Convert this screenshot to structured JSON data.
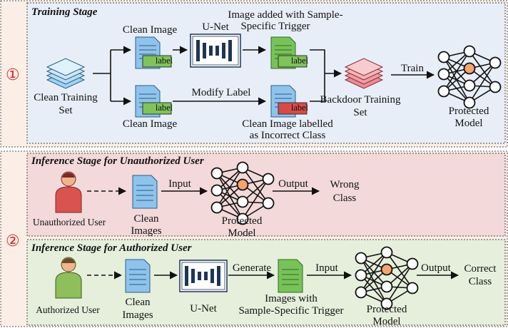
{
  "markers": {
    "one": "①",
    "two": "②"
  },
  "training": {
    "title": "Training Stage",
    "clean_training_set": [
      "Clean Training",
      "Set"
    ],
    "clean_image_top": "Clean Image",
    "clean_image_bottom": "Clean Image",
    "unet": "U-Net",
    "image_added": [
      "Image added with Sample-",
      "Specific Trigger"
    ],
    "modify_label": "Modify Label",
    "incorrect": [
      "Clean Image labelled",
      "as Incorrect Class"
    ],
    "backdoor_set": [
      "Backdoor Training",
      "Set"
    ],
    "train": "Train",
    "protected_model": [
      "Protected",
      "Model"
    ],
    "tag": "label"
  },
  "unauth": {
    "title": "Inference Stage for Unauthorized User",
    "user": "Unauthorized User",
    "clean_images": [
      "Clean",
      "Images"
    ],
    "input": "Input",
    "output": "Output",
    "protected_model": [
      "Protected",
      "Model"
    ],
    "result": [
      "Wrong",
      "Class"
    ]
  },
  "auth": {
    "title": "Inference Stage for Authorized User",
    "user": "Authorized User",
    "clean_images": [
      "Clean",
      "Images"
    ],
    "unet": "U-Net",
    "generate": "Generate",
    "images_with_trigger": [
      "Images with",
      "Sample-Specific Trigger"
    ],
    "input": "Input",
    "output": "Output",
    "protected_model": [
      "Protected",
      "Model"
    ],
    "result": [
      "Correct",
      "Class"
    ]
  },
  "colors": {
    "outer_bg": "#fbeee6",
    "training_bg": "#e8eef7",
    "unauth_bg": "#f3d9d9",
    "auth_bg": "#e6efdc",
    "marker": "#e02020",
    "doc_blue": "#8ec3ec",
    "doc_green": "#77c35a",
    "tag_green": "#7fc35a",
    "tag_red": "#d84a4a",
    "node_orange": "#f4a46c"
  }
}
